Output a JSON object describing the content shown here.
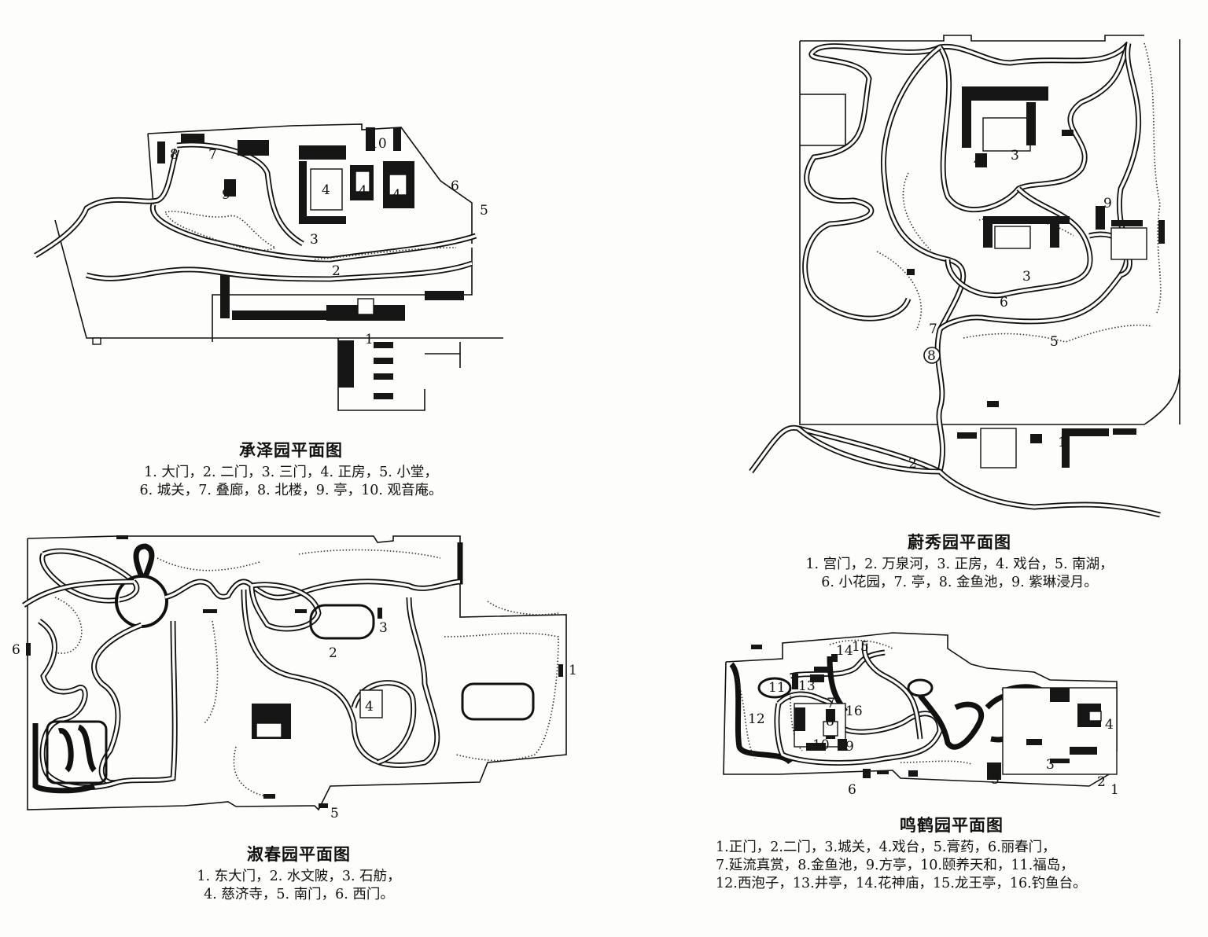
{
  "plans": [
    {
      "id": "chengze",
      "title": "承泽园平面图",
      "legend_lines": [
        "1. 大门，2. 二门，3. 三门，4. 正房，5. 小堂，",
        "6. 城关，7. 叠廊，8. 北楼，9. 亭，10. 观音庵。"
      ],
      "map_labels": [
        "1",
        "2",
        "3",
        "4",
        "4",
        "4",
        "5",
        "6",
        "7",
        "8",
        "9",
        "10"
      ]
    },
    {
      "id": "weixiu",
      "title": "蔚秀园平面图",
      "legend_lines": [
        "1. 宫门，2. 万泉河，3. 正房，4. 戏台，5. 南湖，",
        "6. 小花园，7. 亭，8. 金鱼池，9. 紫琳浸月。"
      ],
      "map_labels": [
        "1",
        "2",
        "3",
        "3",
        "4",
        "5",
        "6",
        "7",
        "8",
        "9"
      ]
    },
    {
      "id": "shuchun",
      "title": "淑春园平面图",
      "legend_lines": [
        "1. 东大门，2. 水文陂，3. 石舫，",
        "4. 慈济寺，5. 南门，6. 西门。"
      ],
      "map_labels": [
        "1",
        "2",
        "3",
        "4",
        "5",
        "6"
      ]
    },
    {
      "id": "minghe",
      "title": "鸣鹤园平面图",
      "legend_lines": [
        "1.正门，2.二门，3.城关，4.戏台，5.膏药，6.丽春门，",
        "7.延流真赏，8.金鱼池，9.方亭，10.颐养天和，11.福岛，",
        "12.西泡子，13.井亭，14.花神庙，15.龙王亭，16.钓鱼台。"
      ],
      "map_labels": [
        "1",
        "2",
        "3",
        "4",
        "5",
        "6",
        "7",
        "8",
        "9",
        "10",
        "11",
        "12",
        "13",
        "14",
        "15",
        "16"
      ]
    }
  ]
}
